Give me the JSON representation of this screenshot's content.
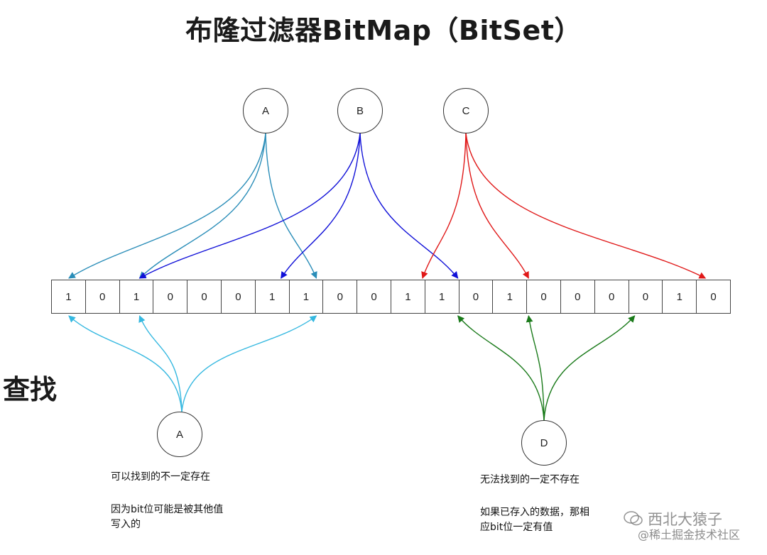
{
  "title": "布隆过滤器BitMap（BitSet）",
  "section_label": "查找",
  "bits": [
    "1",
    "0",
    "1",
    "0",
    "0",
    "0",
    "1",
    "1",
    "0",
    "0",
    "1",
    "1",
    "0",
    "1",
    "0",
    "0",
    "0",
    "0",
    "1",
    "0"
  ],
  "top_nodes": [
    {
      "label": "A",
      "targets": [
        0,
        2,
        7
      ],
      "color": "#2a8db8"
    },
    {
      "label": "B",
      "targets": [
        2,
        6,
        11
      ],
      "color": "#1010d8"
    },
    {
      "label": "C",
      "targets": [
        10,
        13,
        18
      ],
      "color": "#e01818"
    }
  ],
  "bottom_nodes": [
    {
      "label": "A",
      "targets": [
        0,
        2,
        7
      ],
      "color": "#35b8e0"
    },
    {
      "label": "D",
      "targets": [
        11,
        13,
        16
      ],
      "color": "#1a7a1a"
    }
  ],
  "notes": {
    "a_line1": "可以找到的不一定存在",
    "a_line2": "因为bit位可能是被其他值\n写入的",
    "d_line1": "无法找到的一定不存在",
    "d_line2": "如果已存入的数据，那相\n应bit位一定有值"
  },
  "watermark": {
    "name": "西北大猿子",
    "site": "@稀土掘金技术社区"
  }
}
